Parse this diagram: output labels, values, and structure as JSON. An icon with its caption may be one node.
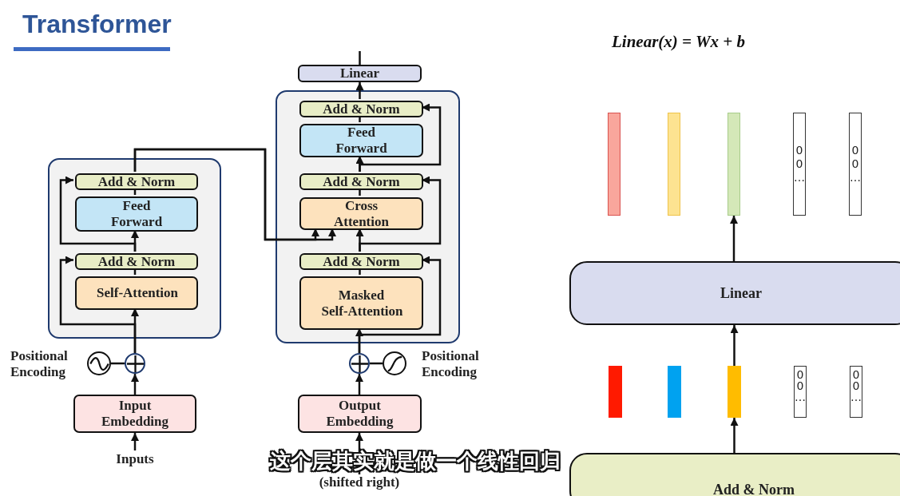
{
  "diagram": {
    "title": "Transformer",
    "nodes": [
      {
        "text": [],
        "shape": "box"
      },
      {
        "text": [
          "Add & Norm"
        ],
        "in": 0
      },
      {
        "text": [
          "Feed Forward"
        ],
        "in": 0
      },
      {
        "text": [
          "Add & Norm"
        ],
        "in": 0
      },
      {
        "text": [
          "Self-Attention"
        ],
        "in": 0
      },
      {
        "text": [],
        "shape": "circle",
        "beside": [
          "Positional Encoding"
        ]
      },
      {
        "text": [],
        "shape": "circle"
      },
      {
        "text": [
          "Input Embedding"
        ]
      },
      {
        "text": [
          "Inputs"
        ]
      },
      {
        "text": [],
        "shape": "box"
      },
      {
        "text": [
          "Add & Norm"
        ],
        "in": 9
      },
      {
        "text": [
          "Feed Forward"
        ],
        "in": 9
      },
      {
        "text": [
          "Add & Norm"
        ],
        "in": 9
      },
      {
        "text": [
          "Cross Attention"
        ],
        "in": 9
      },
      {
        "text": [
          "Add & Norm"
        ],
        "in": 9
      },
      {
        "text": [
          "Masked Self-Attention"
        ],
        "in": 9
      },
      {
        "text": [],
        "shape": "circle"
      },
      {
        "text": [],
        "shape": "circle",
        "beside": [
          "Positional Encoding"
        ]
      },
      {
        "text": [
          "Output Embedding"
        ]
      },
      {
        "text": [
          "(shifted right)"
        ]
      },
      {
        "text": [
          "Linear"
        ]
      },
      {
        "text": [],
        "shape": "bar"
      },
      {
        "text": [],
        "shape": "bar"
      },
      {
        "text": [],
        "shape": "bar"
      },
      {
        "text": [
          "0 0 …"
        ]
      },
      {
        "text": [
          "0 0 …"
        ]
      },
      {
        "text": [
          "Linear"
        ]
      },
      {
        "text": [],
        "shape": "bar"
      },
      {
        "text": [],
        "shape": "bar"
      },
      {
        "text": [],
        "shape": "bar"
      },
      {
        "text": [
          "0 0 …"
        ]
      },
      {
        "text": [
          "0 0 …"
        ]
      },
      {
        "text": [
          "Add & Norm"
        ]
      }
    ],
    "edges": [
      {
        "from": 8,
        "to": 7,
        "arrow": "to"
      },
      {
        "from": 7,
        "to": 6,
        "arrow": "to"
      },
      {
        "from": 5,
        "to": 6,
        "arrow": "none"
      },
      {
        "from": 6,
        "to": 4,
        "arrow": "to"
      },
      {
        "from": 6,
        "to": 3,
        "arrow": "to"
      },
      {
        "from": 4,
        "to": 3,
        "arrow": "none"
      },
      {
        "from": 3,
        "to": 2,
        "arrow": "to"
      },
      {
        "from": 3,
        "to": 1,
        "arrow": "to"
      },
      {
        "from": 2,
        "to": 1,
        "arrow": "none"
      },
      {
        "from": 1,
        "to": 13,
        "arrow": "to"
      },
      {
        "from": 1,
        "to": 13,
        "arrow": "to"
      },
      {
        "from": 19,
        "to": 18,
        "arrow": "to"
      },
      {
        "from": 18,
        "to": 16,
        "arrow": "to"
      },
      {
        "from": 17,
        "to": 16,
        "arrow": "none"
      },
      {
        "from": 16,
        "to": 15,
        "arrow": "to"
      },
      {
        "from": 16,
        "to": 14,
        "arrow": "to"
      },
      {
        "from": 15,
        "to": 14,
        "arrow": "none"
      },
      {
        "from": 14,
        "to": 13,
        "arrow": "to"
      },
      {
        "from": 14,
        "to": 12,
        "arrow": "to"
      },
      {
        "from": 13,
        "to": 12,
        "arrow": "none"
      },
      {
        "from": 12,
        "to": 11,
        "arrow": "to"
      },
      {
        "from": 12,
        "to": 10,
        "arrow": "to"
      },
      {
        "from": 11,
        "to": 10,
        "arrow": "none"
      },
      {
        "from": 10,
        "to": 20,
        "arrow": "to"
      },
      {
        "from": 20,
        "to": null,
        "arrow": "none"
      },
      {
        "from": 32,
        "to": 29,
        "arrow": "to"
      },
      {
        "from": 29,
        "to": 26,
        "arrow": "to"
      },
      {
        "from": 26,
        "to": 23,
        "arrow": "to"
      }
    ],
    "labels": [
      "Linear(x) = Wx + b",
      "这个层其实就是做一个线性回归"
    ]
  }
}
